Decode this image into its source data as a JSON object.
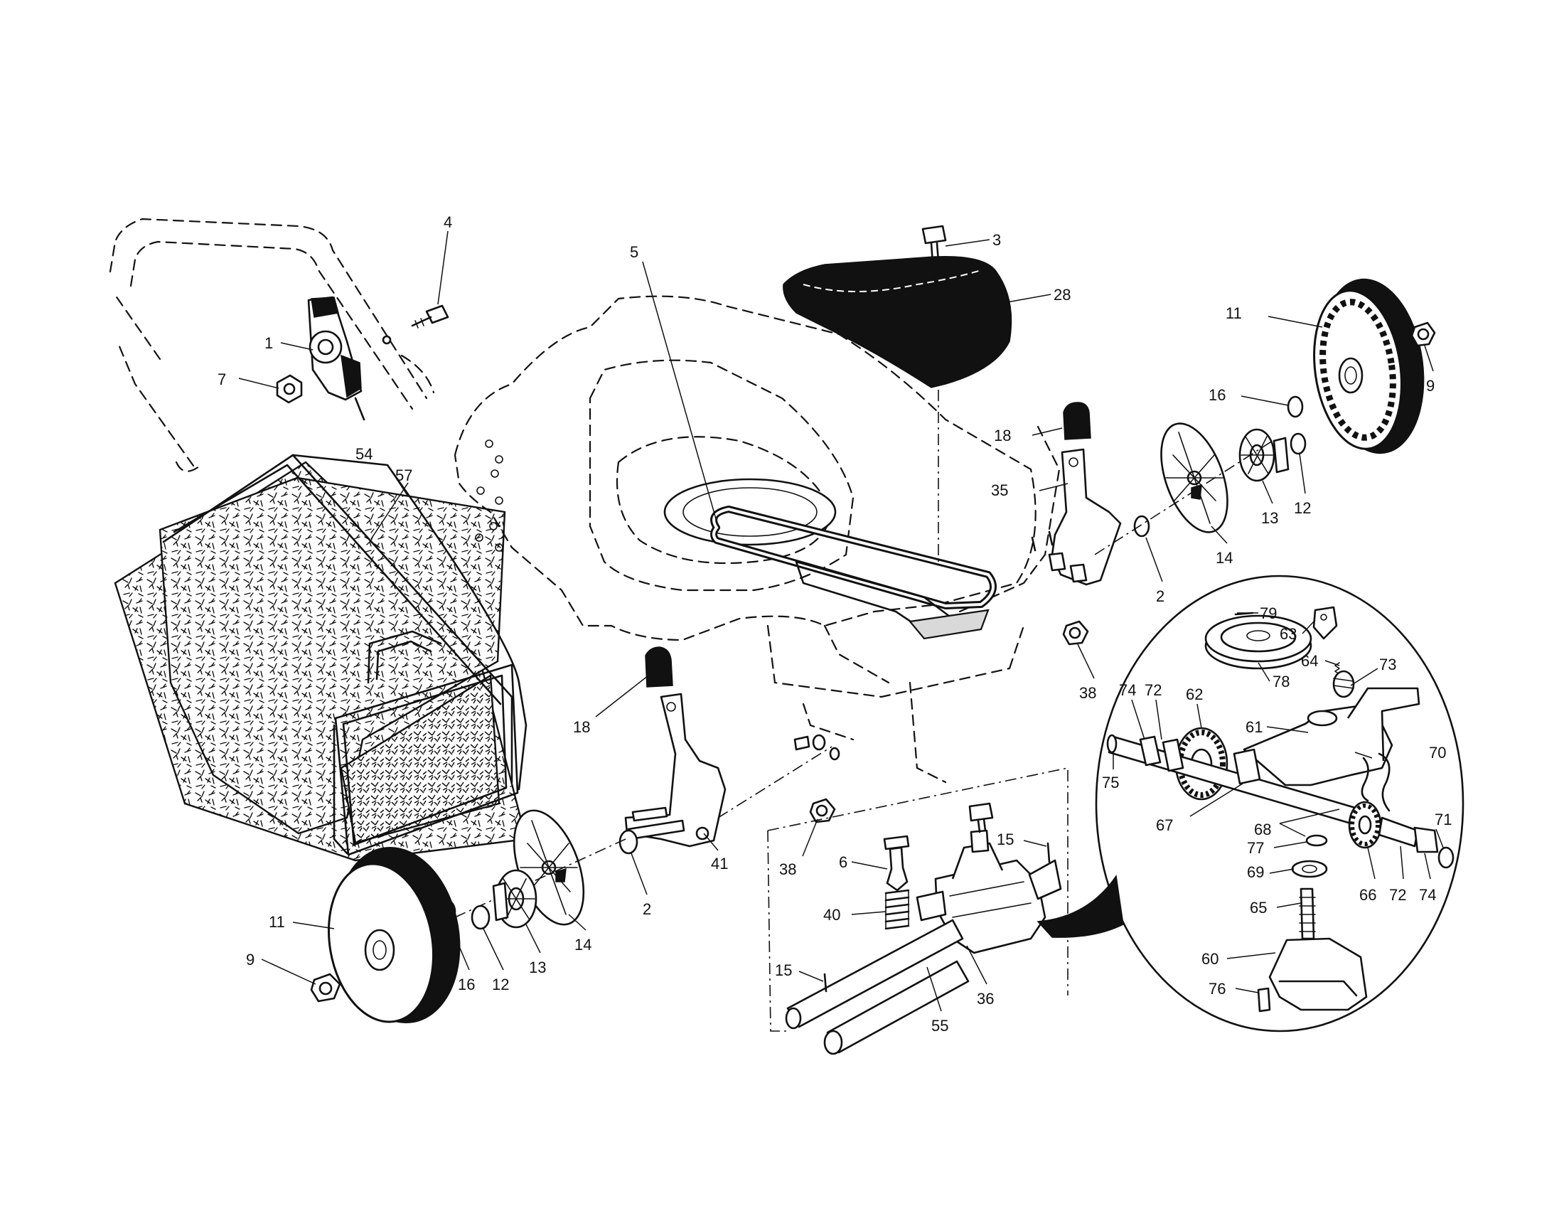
{
  "callout_labels": {
    "p1": "1",
    "p2a": "2",
    "p2b": "2",
    "p3": "3",
    "p4": "4",
    "p5": "5",
    "p6": "6",
    "p7": "7",
    "p9a": "9",
    "p9b": "9",
    "p11a": "11",
    "p11b": "11",
    "p12a": "12",
    "p12b": "12",
    "p13a": "13",
    "p13b": "13",
    "p14a": "14",
    "p14b": "14",
    "p15a": "15",
    "p15b": "15",
    "p16a": "16",
    "p16b": "16",
    "p18a": "18",
    "p18b": "18",
    "p28": "28",
    "p35": "35",
    "p36": "36",
    "p38a": "38",
    "p38b": "38",
    "p40": "40",
    "p41": "41",
    "p54": "54",
    "p55": "55",
    "p57": "57",
    "p60": "60",
    "p61": "61",
    "p62": "62",
    "p63": "63",
    "p64": "64",
    "p65": "65",
    "p66": "66",
    "p67": "67",
    "p68": "68",
    "p69": "69",
    "p70": "70",
    "p71": "71",
    "p72a": "72",
    "p72b": "72",
    "p73": "73",
    "p74a": "74",
    "p74b": "74",
    "p75": "75",
    "p76": "76",
    "p77": "77",
    "p78": "78",
    "p79": "79"
  }
}
